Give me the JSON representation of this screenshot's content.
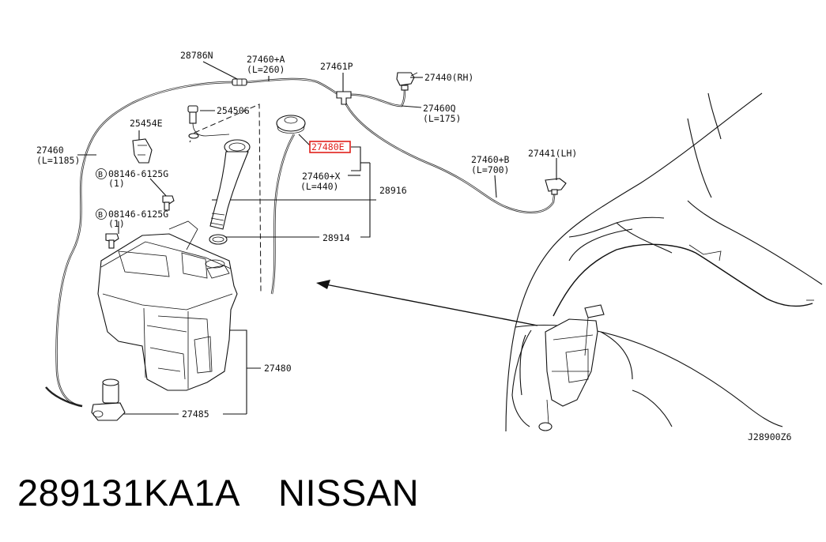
{
  "labels": {
    "p28786N": "28786N",
    "p27460A": "27460+A",
    "p27460A_len": "(L=260)",
    "p27461P": "27461P",
    "p27440": "27440(RH)",
    "p27460Q": "27460Q",
    "p27460Q_len": "(L=175)",
    "p25450G": "25450G",
    "p25454E": "25454E",
    "p27460": "27460",
    "p27460_len": "(L=1185)",
    "bolt1": "08146-6125G",
    "bolt1_qty": "(1)",
    "bolt2": "08146-6125G",
    "bolt2_qty": "(1)",
    "bolt_marker": "B",
    "p27480E": "27480E",
    "p27460X": "27460+X",
    "p27460X_len": "(L=440)",
    "p28916": "28916",
    "p28914": "28914",
    "p27460B": "27460+B",
    "p27460B_len": "(L=700)",
    "p27441": "27441(LH)",
    "p27480": "27480",
    "p27485": "27485",
    "diagram_code": "J28900Z6"
  },
  "highlight_color": "#e0201b",
  "footer": {
    "part_number": "289131KA1A",
    "brand": "NISSAN"
  }
}
